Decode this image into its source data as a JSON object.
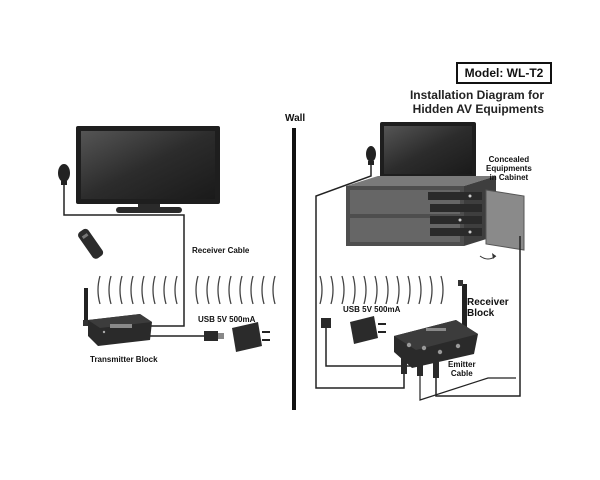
{
  "header": {
    "model": "Model: WL-T2",
    "title_line1": "Installation Diagram for",
    "title_line2": "Hidden AV Equipments"
  },
  "labels": {
    "wall": "Wall",
    "receiver_cable": "Receiver Cable",
    "usb_left": "USB 5V 500mA",
    "usb_right": "USB 5V 500mA",
    "transmitter_block": "Transmitter Block",
    "receiver_block_line1": "Receiver",
    "receiver_block_line2": "Block",
    "concealed_line1": "Concealed",
    "concealed_line2": "Equipments",
    "concealed_line3": "in Cabinet",
    "emitter_line1": "Emitter",
    "emitter_line2": "Cable"
  },
  "colors": {
    "device_dark": "#2a2a2a",
    "screen": "#3a3a3a",
    "cabinet": "#5a5a5a",
    "cable": "#222222"
  }
}
